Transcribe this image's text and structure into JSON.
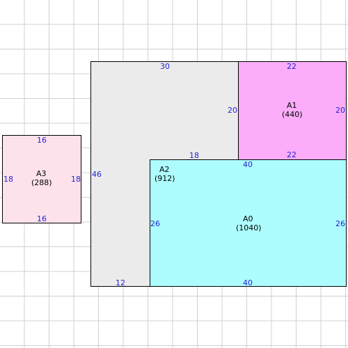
{
  "regions": {
    "a2": {
      "name": "A2",
      "area": "(912)",
      "dims": [
        "30",
        "46",
        "18",
        "12"
      ],
      "color": "#ebebeb"
    },
    "a1": {
      "name": "A1",
      "area": "(440)",
      "dims": [
        "22",
        "20",
        "20",
        "22"
      ],
      "color": "#fbadf9"
    },
    "a0": {
      "name": "A0",
      "area": "(1040)",
      "dims": [
        "40",
        "26",
        "26",
        "40"
      ],
      "color": "#aefdfe"
    },
    "a3": {
      "name": "A3",
      "area": "(288)",
      "dims": [
        "16",
        "18",
        "18",
        "16"
      ],
      "color": "#fde2eb"
    }
  },
  "colors": {
    "dim_text": "#1f1fd6",
    "grid": "#d0d0d0",
    "border": "#000000"
  }
}
